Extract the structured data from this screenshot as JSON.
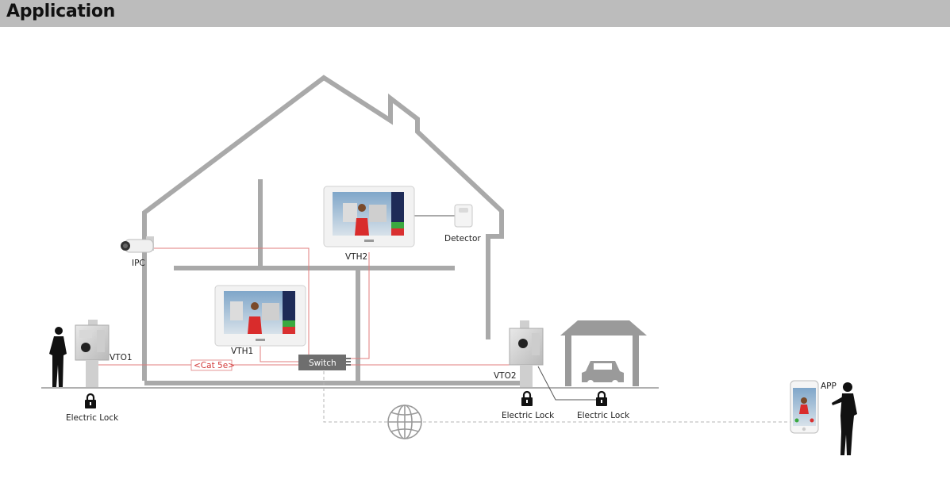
{
  "header": {
    "title": "Application"
  },
  "labels": {
    "ipc": "IPC",
    "vth1": "VTH1",
    "vth2": "VTH2",
    "detector": "Detector",
    "vto1": "VTO1",
    "vto2": "VTO2",
    "switch": "Switch",
    "cable": "<Cat 5e>",
    "lock_left": "Electric Lock",
    "lock_mid": "Electric Lock",
    "lock_right": "Electric Lock",
    "app": "APP"
  },
  "colors": {
    "house_outline": "#a9a9a9",
    "cable_red": "#e07d7d",
    "network_dash": "#b5b5b5",
    "header_bg": "#bcbcbc",
    "screen_green": "#3aa93f",
    "screen_red": "#d93030",
    "screen_navy": "#1e2b57"
  },
  "icons": [
    "camera-icon",
    "monitor-icon",
    "motion-sensor-icon",
    "door-station-icon",
    "lock-icon",
    "globe-icon",
    "phone-icon",
    "car-icon",
    "person-silhouette-icon"
  ]
}
